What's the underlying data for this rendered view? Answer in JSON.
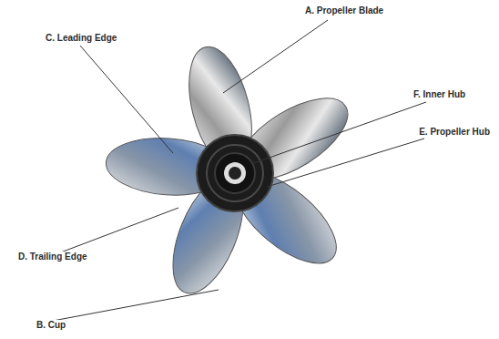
{
  "diagram": {
    "labels": [
      "A. Propeller Blade",
      "C. Leading Edge",
      "F. Inner Hub",
      "E. Propeller Hub",
      "D. Trailing Edge",
      "B. Cup"
    ]
  }
}
